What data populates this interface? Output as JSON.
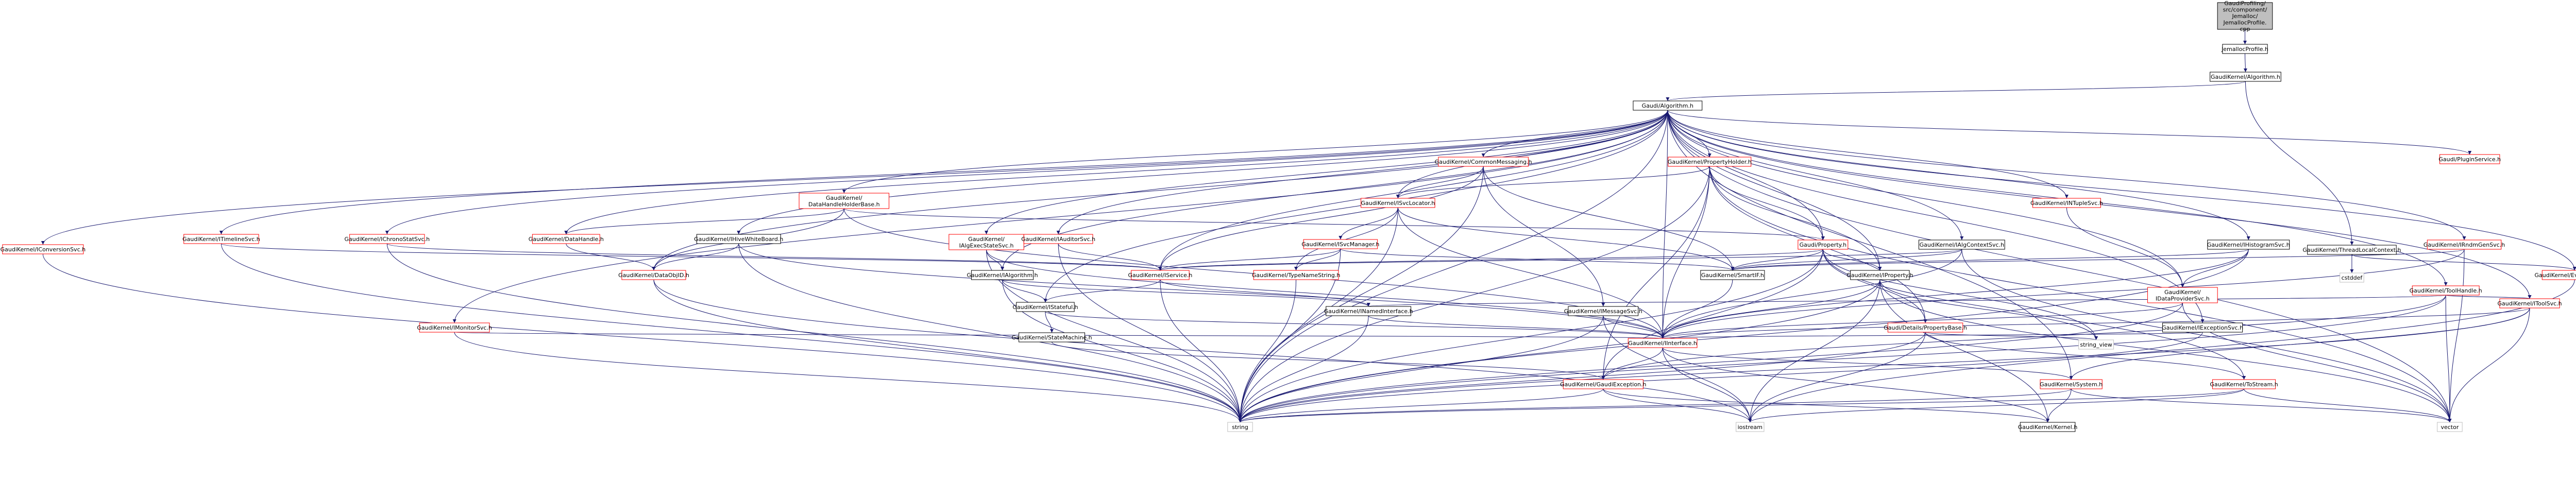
{
  "colors": {
    "edge": "#191970",
    "external_border": "#bfbfbf",
    "doc_border": "#000000",
    "undoc_border": "#ff0000",
    "root_fill": "#bfbfbf",
    "node_fill": "#ffffff",
    "undoc_text": "#000000"
  },
  "nodes": [
    {
      "id": "root",
      "label": "GaudiProfiling/src/component/Jemalloc/JemallocProfile.cpp",
      "kind": "root"
    },
    {
      "id": "jemh",
      "label": "JemallocProfile.h",
      "kind": "doc"
    },
    {
      "id": "algh",
      "label": "GaudiKernel/Algorithm.h",
      "kind": "doc"
    },
    {
      "id": "galg",
      "label": "Gaudi/Algorithm.h",
      "kind": "doc"
    },
    {
      "id": "tlctx",
      "label": "GaudiKernel/ThreadLocalContext.h",
      "kind": "doc"
    },
    {
      "id": "cstddef",
      "label": "cstddef",
      "kind": "external"
    },
    {
      "id": "iconv",
      "label": "GaudiKernel/IConversionSvc.h",
      "kind": "undoc"
    },
    {
      "id": "itimel",
      "label": "GaudiKernel/ITimelineSvc.h",
      "kind": "undoc"
    },
    {
      "id": "ichrono",
      "label": "GaudiKernel/IChronoStatSvc.h",
      "kind": "undoc"
    },
    {
      "id": "dhhb",
      "label": "GaudiKernel/DataHandleHolderBase.h",
      "kind": "undoc"
    },
    {
      "id": "dhandle",
      "label": "GaudiKernel/DataHandle.h",
      "kind": "undoc"
    },
    {
      "id": "iwb",
      "label": "GaudiKernel/IHiveWhiteBoard.h",
      "kind": "doc"
    },
    {
      "id": "iaes",
      "label": "GaudiKernel/IAlgExecStateSvc.h",
      "kind": "undoc"
    },
    {
      "id": "iaud",
      "label": "GaudiKernel/IAuditorSvc.h",
      "kind": "undoc"
    },
    {
      "id": "commsg",
      "label": "GaudiKernel/CommonMessaging.h",
      "kind": "undoc"
    },
    {
      "id": "isvcloc",
      "label": "GaudiKernel/ISvcLocator.h",
      "kind": "undoc"
    },
    {
      "id": "isvcmgr",
      "label": "GaudiKernel/ISvcManager.h",
      "kind": "undoc"
    },
    {
      "id": "typename",
      "label": "GaudiKernel/TypeNameString.h",
      "kind": "undoc"
    },
    {
      "id": "propholder",
      "label": "GaudiKernel/PropertyHolder.h",
      "kind": "undoc"
    },
    {
      "id": "gprop",
      "label": "Gaudi/Property.h",
      "kind": "undoc"
    },
    {
      "id": "smartif",
      "label": "GaudiKernel/SmartIF.h",
      "kind": "doc"
    },
    {
      "id": "iprop",
      "label": "GaudiKernel/IProperty.h",
      "kind": "doc"
    },
    {
      "id": "propbase",
      "label": "Gaudi/Details/PropertyBase.h",
      "kind": "undoc"
    },
    {
      "id": "stringview",
      "label": "string_view",
      "kind": "external"
    },
    {
      "id": "ialgctx",
      "label": "GaudiKernel/IAlgContextSvc.h",
      "kind": "doc"
    },
    {
      "id": "ihisto",
      "label": "GaudiKernel/IHistogramSvc.h",
      "kind": "doc"
    },
    {
      "id": "intuple",
      "label": "GaudiKernel/INTupleSvc.h",
      "kind": "undoc"
    },
    {
      "id": "idataprov",
      "label": "GaudiKernel/IDataProviderSvc.h",
      "kind": "undoc"
    },
    {
      "id": "itoolsvc",
      "label": "GaudiKernel/IToolSvc.h",
      "kind": "undoc"
    },
    {
      "id": "toolhandle",
      "label": "GaudiKernel/ToolHandle.h",
      "kind": "undoc"
    },
    {
      "id": "irndm",
      "label": "GaudiKernel/IRndmGenSvc.h",
      "kind": "undoc"
    },
    {
      "id": "evctx",
      "label": "GaudiKernel/EventContext.h",
      "kind": "undoc"
    },
    {
      "id": "plugin",
      "label": "Gaudi/PluginService.h",
      "kind": "undoc"
    },
    {
      "id": "iexcsvc",
      "label": "GaudiKernel/IExceptionSvc.h",
      "kind": "doc"
    },
    {
      "id": "imonsvc",
      "label": "GaudiKernel/IMonitorSvc.h",
      "kind": "undoc"
    },
    {
      "id": "dataobjid",
      "label": "GaudiKernel/DataObjID.h",
      "kind": "undoc"
    },
    {
      "id": "ialgorithm",
      "label": "GaudiKernel/IAlgorithm.h",
      "kind": "doc"
    },
    {
      "id": "iservice",
      "label": "GaudiKernel/IService.h",
      "kind": "undoc"
    },
    {
      "id": "istateful",
      "label": "GaudiKernel/IStateful.h",
      "kind": "doc"
    },
    {
      "id": "statemach",
      "label": "GaudiKernel/StateMachine.h",
      "kind": "doc"
    },
    {
      "id": "inamedif",
      "label": "GaudiKernel/INamedInterface.h",
      "kind": "doc"
    },
    {
      "id": "imsgsvc",
      "label": "GaudiKernel/IMessageSvc.h",
      "kind": "doc"
    },
    {
      "id": "iinterface",
      "label": "GaudiKernel/IInterface.h",
      "kind": "undoc"
    },
    {
      "id": "gexc",
      "label": "GaudiKernel/GaudiException.h",
      "kind": "undoc"
    },
    {
      "id": "system",
      "label": "GaudiKernel/System.h",
      "kind": "undoc"
    },
    {
      "id": "tostream",
      "label": "GaudiKernel/ToStream.h",
      "kind": "undoc"
    },
    {
      "id": "kernel",
      "label": "GaudiKernel/Kernel.h",
      "kind": "doc"
    },
    {
      "id": "string",
      "label": "string",
      "kind": "external"
    },
    {
      "id": "iostream",
      "label": "iostream",
      "kind": "external"
    },
    {
      "id": "vector",
      "label": "vector",
      "kind": "external"
    }
  ],
  "edges": [
    [
      "root",
      "jemh"
    ],
    [
      "jemh",
      "algh"
    ],
    [
      "algh",
      "galg"
    ],
    [
      "algh",
      "tlctx"
    ],
    [
      "tlctx",
      "cstddef"
    ],
    [
      "tlctx",
      "evctx"
    ],
    [
      "galg",
      "iconv"
    ],
    [
      "galg",
      "itimel"
    ],
    [
      "galg",
      "ichrono"
    ],
    [
      "galg",
      "dhhb"
    ],
    [
      "galg",
      "dhandle"
    ],
    [
      "galg",
      "iwb"
    ],
    [
      "galg",
      "iaes"
    ],
    [
      "galg",
      "iaud"
    ],
    [
      "galg",
      "commsg"
    ],
    [
      "galg",
      "propholder"
    ],
    [
      "galg",
      "isvcloc"
    ],
    [
      "galg",
      "gprop"
    ],
    [
      "galg",
      "ialgctx"
    ],
    [
      "galg",
      "ihisto"
    ],
    [
      "galg",
      "intuple"
    ],
    [
      "galg",
      "idataprov"
    ],
    [
      "galg",
      "itoolsvc"
    ],
    [
      "galg",
      "toolhandle"
    ],
    [
      "galg",
      "irndm"
    ],
    [
      "galg",
      "evctx"
    ],
    [
      "galg",
      "plugin"
    ],
    [
      "galg",
      "iexcsvc"
    ],
    [
      "galg",
      "imonsvc"
    ],
    [
      "galg",
      "dataobjid"
    ],
    [
      "galg",
      "ialgorithm"
    ],
    [
      "galg",
      "iservice"
    ],
    [
      "galg",
      "istateful"
    ],
    [
      "galg",
      "iprop"
    ],
    [
      "galg",
      "string"
    ],
    [
      "galg",
      "vector"
    ],
    [
      "galg",
      "system"
    ],
    [
      "galg",
      "iinterface"
    ],
    [
      "iconv",
      "string"
    ],
    [
      "itimel",
      "iservice"
    ],
    [
      "itimel",
      "string"
    ],
    [
      "ichrono",
      "iservice"
    ],
    [
      "ichrono",
      "string"
    ],
    [
      "dhhb",
      "dataobjid"
    ],
    [
      "dhhb",
      "dhandle"
    ],
    [
      "dhhb",
      "gprop"
    ],
    [
      "dhhb",
      "iinterface"
    ],
    [
      "dhandle",
      "dataobjid"
    ],
    [
      "iwb",
      "iinterface"
    ],
    [
      "iwb",
      "dataobjid"
    ],
    [
      "iwb",
      "string"
    ],
    [
      "iaes",
      "ialgorithm"
    ],
    [
      "iaes",
      "iinterface"
    ],
    [
      "iaes",
      "string"
    ],
    [
      "iaud",
      "iservice"
    ],
    [
      "iaud",
      "string"
    ],
    [
      "commsg",
      "isvcloc"
    ],
    [
      "commsg",
      "imsgsvc"
    ],
    [
      "commsg",
      "smartif"
    ],
    [
      "commsg",
      "iservice"
    ],
    [
      "commsg",
      "string"
    ],
    [
      "isvcloc",
      "isvcmgr"
    ],
    [
      "isvcloc",
      "smartif"
    ],
    [
      "isvcloc",
      "iinterface"
    ],
    [
      "isvcloc",
      "string"
    ],
    [
      "isvcloc",
      "typename"
    ],
    [
      "isvcmgr",
      "iservice"
    ],
    [
      "isvcmgr",
      "typename"
    ],
    [
      "isvcmgr",
      "smartif"
    ],
    [
      "isvcmgr",
      "string"
    ],
    [
      "typename",
      "string"
    ],
    [
      "propholder",
      "gprop"
    ],
    [
      "propholder",
      "iprop"
    ],
    [
      "propholder",
      "isvcloc"
    ],
    [
      "propholder",
      "propbase"
    ],
    [
      "propholder",
      "iinterface"
    ],
    [
      "propholder",
      "gexc"
    ],
    [
      "propholder",
      "string"
    ],
    [
      "propholder",
      "vector"
    ],
    [
      "gprop",
      "propbase"
    ],
    [
      "gprop",
      "iprop"
    ],
    [
      "gprop",
      "smartif"
    ],
    [
      "gprop",
      "string"
    ],
    [
      "gprop",
      "stringview"
    ],
    [
      "gprop",
      "gexc"
    ],
    [
      "gprop",
      "tostream"
    ],
    [
      "gprop",
      "iservice"
    ],
    [
      "smartif",
      "iinterface"
    ],
    [
      "iprop",
      "iinterface"
    ],
    [
      "iprop",
      "string"
    ],
    [
      "iprop",
      "vector"
    ],
    [
      "iprop",
      "stringview"
    ],
    [
      "iprop",
      "kernel"
    ],
    [
      "iprop",
      "iostream"
    ],
    [
      "propbase",
      "string"
    ],
    [
      "propbase",
      "stringview"
    ],
    [
      "propbase",
      "iostream"
    ],
    [
      "propbase",
      "tostream"
    ],
    [
      "ialgctx",
      "iinterface"
    ],
    [
      "ialgctx",
      "vector"
    ],
    [
      "ialgctx",
      "iservice"
    ],
    [
      "ialgctx",
      "smartif"
    ],
    [
      "ihisto",
      "idataprov"
    ],
    [
      "ihisto",
      "iinterface"
    ],
    [
      "ihisto",
      "string"
    ],
    [
      "ihisto",
      "smartif"
    ],
    [
      "intuple",
      "idataprov"
    ],
    [
      "idataprov",
      "iinterface"
    ],
    [
      "idataprov",
      "string"
    ],
    [
      "idataprov",
      "vector"
    ],
    [
      "itoolsvc",
      "iinterface"
    ],
    [
      "itoolsvc",
      "system"
    ],
    [
      "itoolsvc",
      "string"
    ],
    [
      "itoolsvc",
      "vector"
    ],
    [
      "toolhandle",
      "itoolsvc"
    ],
    [
      "toolhandle",
      "inamedif"
    ],
    [
      "toolhandle",
      "string"
    ],
    [
      "toolhandle",
      "vector"
    ],
    [
      "toolhandle",
      "gexc"
    ],
    [
      "irndm",
      "smartif"
    ],
    [
      "irndm",
      "iinterface"
    ],
    [
      "irndm",
      "vector"
    ],
    [
      "evctx",
      "iostream"
    ],
    [
      "iexcsvc",
      "iinterface"
    ],
    [
      "iexcsvc",
      "string"
    ],
    [
      "imonsvc",
      "iinterface"
    ],
    [
      "imonsvc",
      "string"
    ],
    [
      "dataobjid",
      "string"
    ],
    [
      "dataobjid",
      "iostream"
    ],
    [
      "ialgorithm",
      "inamedif"
    ],
    [
      "ialgorithm",
      "istateful"
    ],
    [
      "ialgorithm",
      "string"
    ],
    [
      "iservice",
      "inamedif"
    ],
    [
      "iservice",
      "istateful"
    ],
    [
      "iservice",
      "string"
    ],
    [
      "istateful",
      "statemach"
    ],
    [
      "istateful",
      "iinterface"
    ],
    [
      "statemach",
      "gexc"
    ],
    [
      "inamedif",
      "iinterface"
    ],
    [
      "inamedif",
      "string"
    ],
    [
      "imsgsvc",
      "iinterface"
    ],
    [
      "imsgsvc",
      "iostream"
    ],
    [
      "imsgsvc",
      "string"
    ],
    [
      "iinterface",
      "gexc"
    ],
    [
      "iinterface",
      "system"
    ],
    [
      "iinterface",
      "kernel"
    ],
    [
      "iinterface",
      "iostream"
    ],
    [
      "gexc",
      "string"
    ],
    [
      "gexc",
      "iostream"
    ],
    [
      "gexc",
      "kernel"
    ],
    [
      "system",
      "kernel"
    ],
    [
      "system",
      "string"
    ],
    [
      "system",
      "vector"
    ],
    [
      "tostream",
      "string"
    ],
    [
      "tostream",
      "vector"
    ],
    [
      "tostream",
      "iostream"
    ]
  ]
}
